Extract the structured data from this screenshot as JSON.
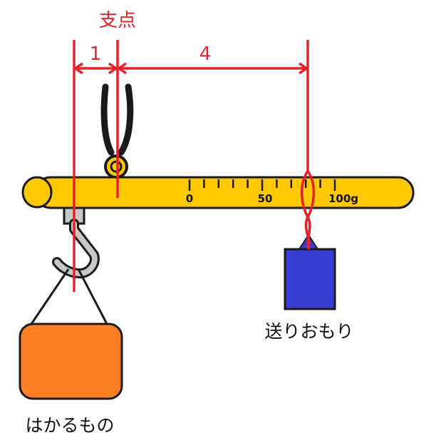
{
  "labels": {
    "fulcrum": "支点",
    "arm_short": "1",
    "arm_long": "4",
    "object": "はかるもの",
    "counterweight": "送りおもり"
  },
  "scale": {
    "tick_labels": [
      "0",
      "50",
      "100g"
    ],
    "major_ticks": 11
  },
  "colors": {
    "beam": "#ffc800",
    "object": "#ff7f24",
    "counterweight": "#3a3ed0",
    "red_lines": "#e8202a",
    "hook": "#c8c8c8"
  }
}
